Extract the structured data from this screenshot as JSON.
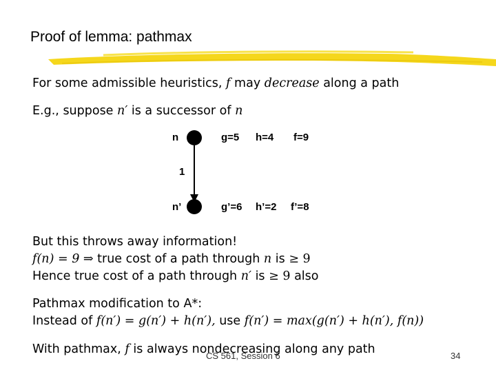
{
  "slide": {
    "title": "Proof of lemma: pathmax",
    "line1": {
      "pre": "For some admissible heuristics,",
      "f": "f",
      "may": "may",
      "decrease": "decrease",
      "post": "along a path"
    },
    "line2": {
      "pre": "E.g.,",
      "suppose": "suppose",
      "nprime": "n′",
      "mid": "is a successor of",
      "n": "n"
    },
    "diagram": {
      "top_node": "n",
      "top_g": "g=5",
      "top_h": "h=4",
      "top_f": "f=9",
      "edge_cost": "1",
      "bottom_node": "n’",
      "bottom_g": "g’=6",
      "bottom_h": "h’=2",
      "bottom_f": "f’=8"
    },
    "line3": "But this throws away information!",
    "line4": {
      "expr": "f(n) = 9 ⇒",
      "mid": "true cost of a path through",
      "n": "n",
      "is": "is",
      "bound": "≥ 9"
    },
    "line5": {
      "pre": "Hence true cost of a path through",
      "nprime": "n′",
      "is": "is",
      "bound": "≥ 9",
      "post": "also"
    },
    "line6": {
      "pre": "Pathmax modification to",
      "astar": "A*:"
    },
    "line7": {
      "pre": "Instead of",
      "expr1": "f(n′) = g(n′) + h(n′),",
      "use": "use",
      "expr2": "f(n′) = max(g(n′) + h(n′), f(n))"
    },
    "line8": {
      "pre": "With pathmax,",
      "f": "f",
      "post": "is always nondecreasing along any path"
    },
    "footer_center": "CS 561, Session 6",
    "footer_page": "34"
  },
  "colors": {
    "highlight": "#f5d71c",
    "text": "#000000"
  }
}
